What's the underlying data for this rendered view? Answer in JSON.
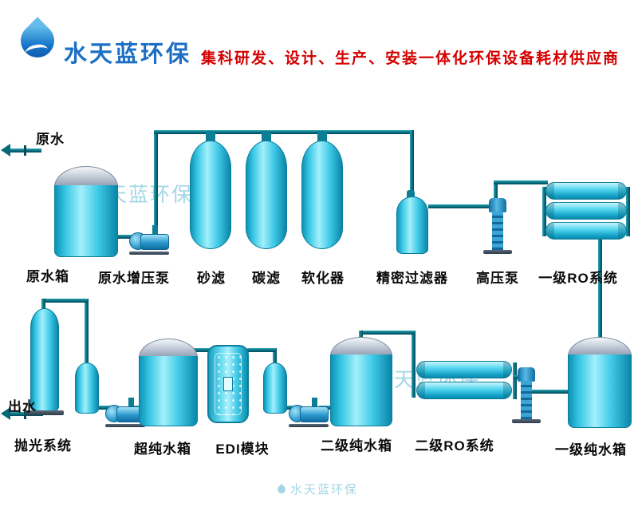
{
  "header": {
    "brand": "水天蓝环保",
    "tagline": "集科研发、设计、生产、安装一体化环保设备耗材供应商"
  },
  "watermark": {
    "text": "水天蓝环保"
  },
  "flow": {
    "inlet": "原水",
    "outlet": "出水",
    "top": [
      "原水箱",
      "原水增压泵",
      "砂滤",
      "碳滤",
      "软化器",
      "精密过滤器",
      "高压泵",
      "一级RO系统"
    ],
    "bottom": [
      "抛光系统",
      "超纯水箱",
      "EDI模块",
      "二级纯水箱",
      "二级RO系统",
      "一级纯水箱"
    ]
  },
  "colors": {
    "brand_blue": "#1d6fc4",
    "tagline_red": "#d40000",
    "equipment_cyan": "#3cc9e6",
    "tank_dome_gray": "#aab6c4",
    "pipe_teal": "#05687a",
    "watermark_cyan": "#80c8db"
  }
}
